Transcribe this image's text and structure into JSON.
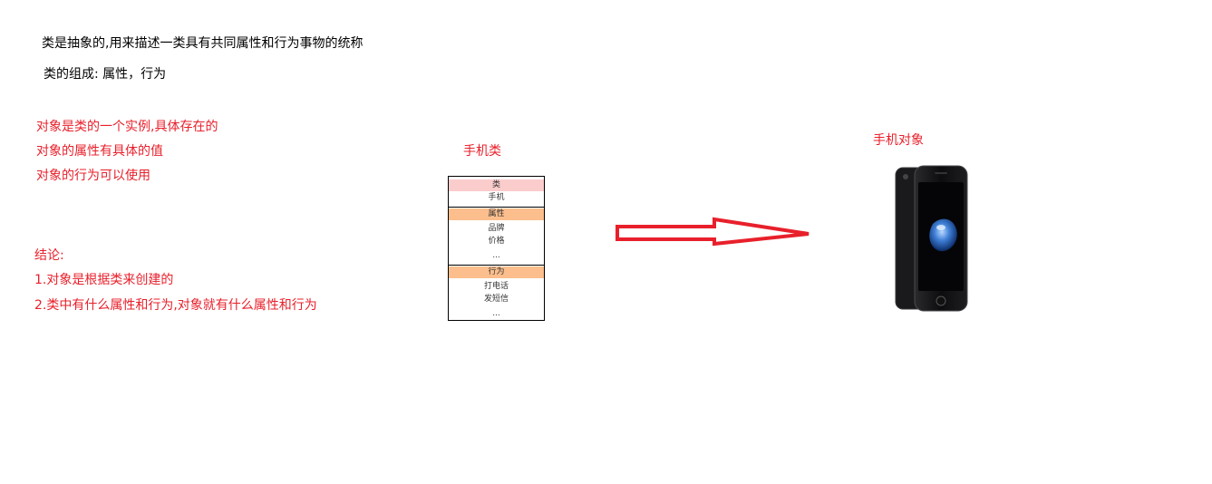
{
  "definition": {
    "class_desc": "类是抽象的,用来描述一类具有共同属性和行为事物的统称",
    "class_parts": "类的组成: 属性，行为"
  },
  "object_notes": [
    "对象是类的一个实例,具体存在的",
    "对象的属性有具体的值",
    "对象的行为可以使用"
  ],
  "conclusion": {
    "title": "结论:",
    "items": [
      "1.对象是根据类来创建的",
      "2.类中有什么属性和行为,对象就有什么属性和行为"
    ]
  },
  "class_box": {
    "caption": "手机类",
    "class_header": "类",
    "class_name": "手机",
    "attr_header": "属性",
    "attributes": [
      "品牌",
      "价格",
      "..."
    ],
    "behavior_header": "行为",
    "behaviors": [
      "打电话",
      "发短信",
      "..."
    ]
  },
  "object_box": {
    "caption": "手机对象"
  },
  "colors": {
    "red_text": "#e8202b",
    "arrow": "#e8202b",
    "header_pink": "#fbcccc",
    "header_orange": "#fbbe8c"
  }
}
